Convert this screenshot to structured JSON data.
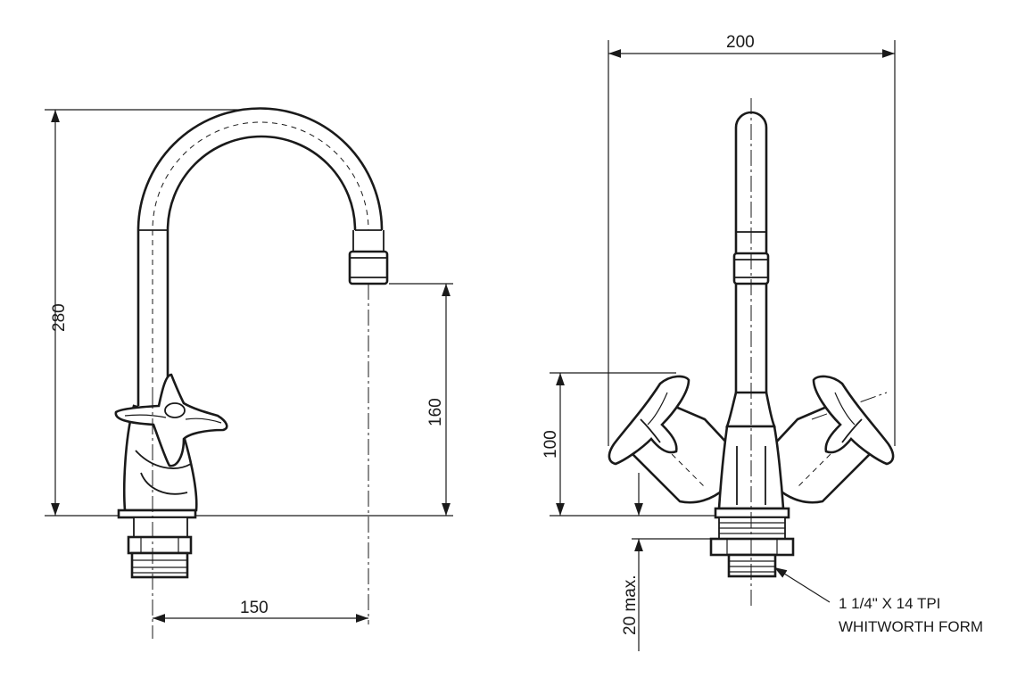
{
  "side_view": {
    "dim_height_total": "280",
    "dim_outlet_height": "160",
    "dim_reach": "150"
  },
  "front_view": {
    "dim_width": "200",
    "dim_handle_height": "100",
    "dim_shank": "20 max.",
    "thread_note_line1": "1 1/4\" X 14 TPI",
    "thread_note_line2": "WHITWORTH FORM"
  },
  "colors": {
    "line": "#1a1a1a",
    "background": "#ffffff"
  }
}
